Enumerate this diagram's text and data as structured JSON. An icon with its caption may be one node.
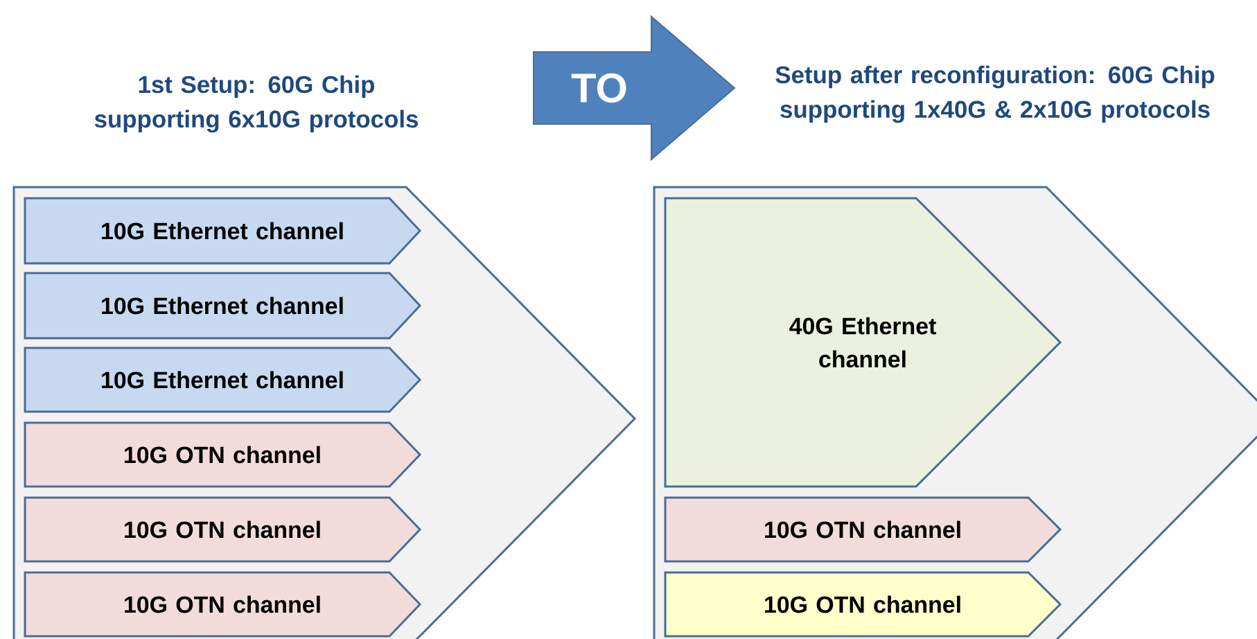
{
  "diagram": {
    "nodes": [
      {
        "text": [
          "1st Setup: 60G Chip supporting 6x10G protocols"
        ]
      },
      {
        "text": [
          "10G Ethernet channel"
        ],
        "in": 0
      },
      {
        "text": [
          "10G Ethernet channel"
        ],
        "in": 0
      },
      {
        "text": [
          "10G Ethernet channel"
        ],
        "in": 0
      },
      {
        "text": [
          "10G OTN channel"
        ],
        "in": 0
      },
      {
        "text": [
          "10G OTN channel"
        ],
        "in": 0
      },
      {
        "text": [
          "10G OTN channel"
        ],
        "in": 0
      },
      {
        "text": [
          "TO"
        ]
      },
      {
        "text": [
          "Setup after reconfiguration: 60G Chip supporting 1x40G & 2x10G protocols"
        ]
      },
      {
        "text": [
          "40G Ethernet channel"
        ],
        "in": 8
      },
      {
        "text": [
          "10G OTN channel"
        ],
        "in": 8
      },
      {
        "text": [
          "10G OTN channel"
        ],
        "in": 8
      }
    ]
  }
}
